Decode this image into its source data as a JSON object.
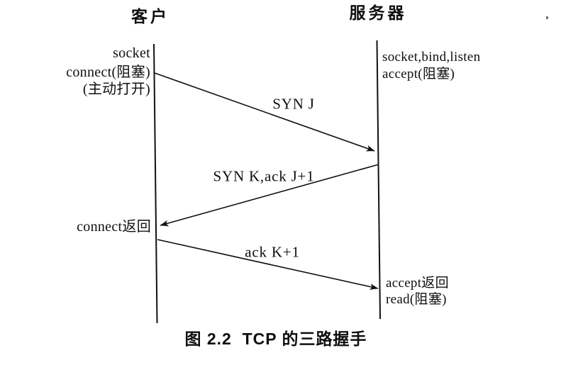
{
  "figure": {
    "caption": "图 2.2  TCP 的三路握手",
    "client": {
      "title": "客户",
      "socket_label": "socket",
      "connect_blocking_label": "connect(阻塞)",
      "active_open_label": "(主动打开)",
      "connect_return_label": "connect返回"
    },
    "server": {
      "title": "服务器",
      "socket_bind_listen_label": "socket,bind,listen",
      "accept_blocking_label": "accept(阻塞)",
      "accept_return_label": "accept返回",
      "read_blocking_label": "read(阻塞)"
    },
    "messages": [
      {
        "label": "SYN J",
        "from": "client",
        "to": "server"
      },
      {
        "label": "SYN K,ack J+1",
        "from": "server",
        "to": "client"
      },
      {
        "label": "ack K+1",
        "from": "client",
        "to": "server"
      }
    ],
    "line_color": "#111111"
  }
}
